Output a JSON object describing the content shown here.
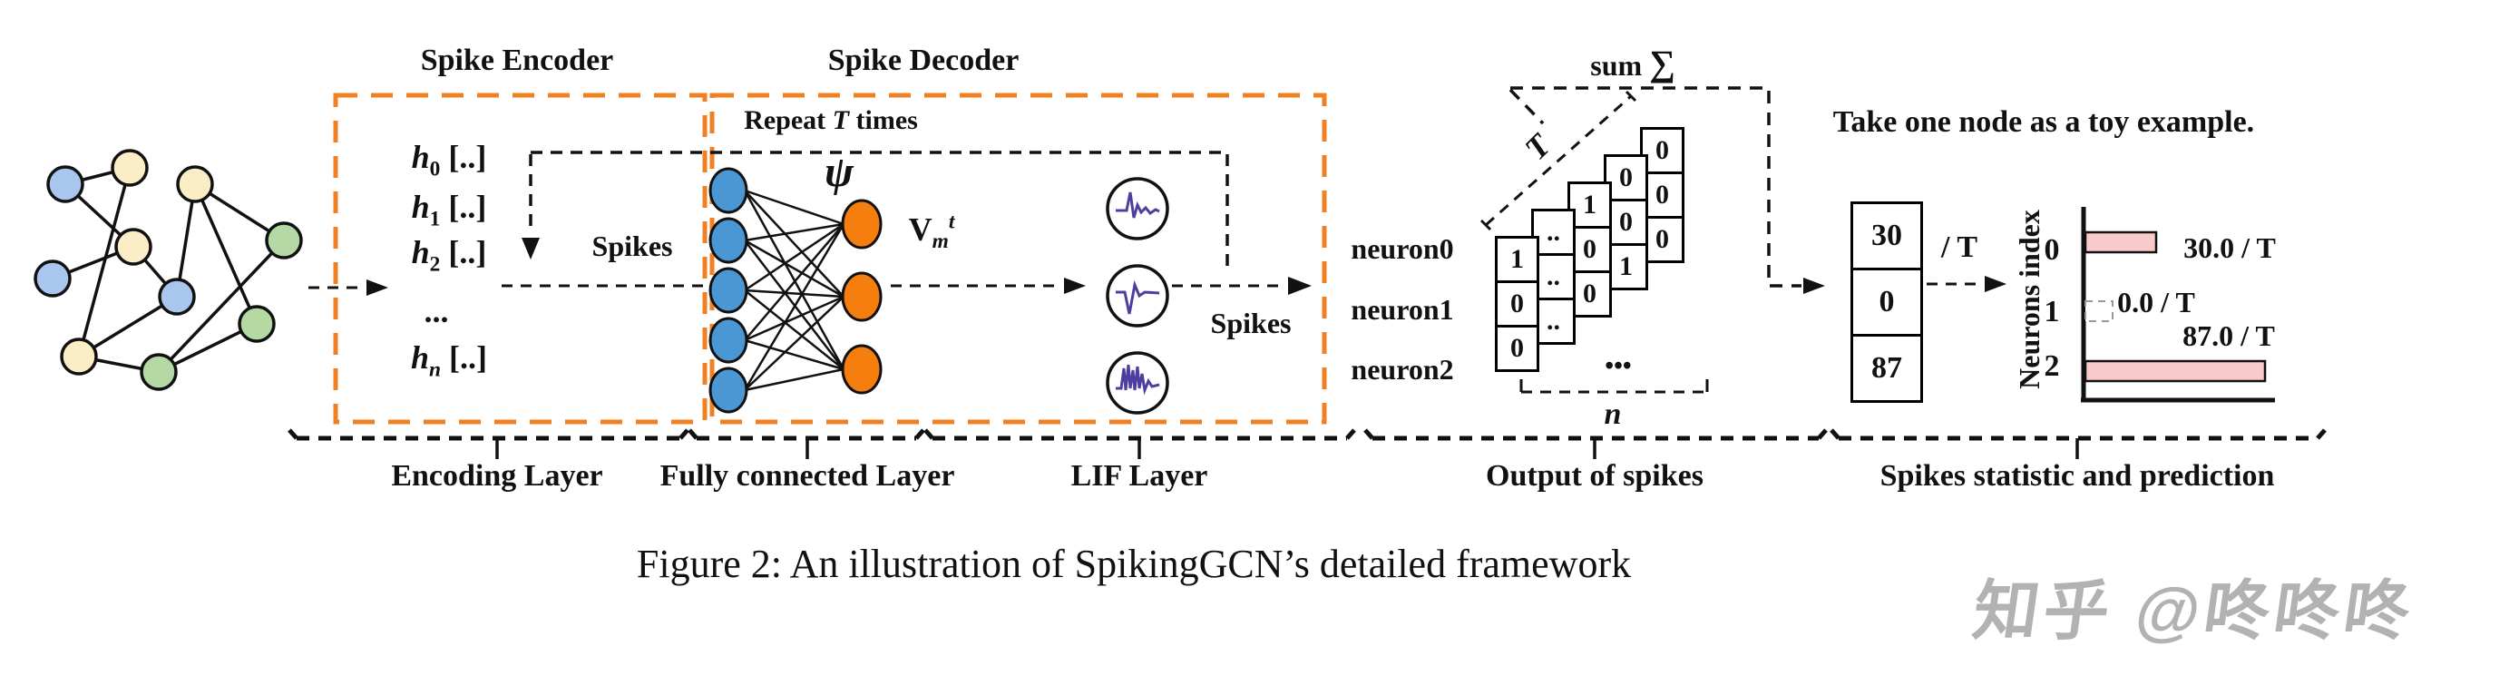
{
  "colors": {
    "box-orange": "#f08021",
    "graph-blue": "#a8c6ee",
    "graph-yellow": "#fbeec6",
    "graph-green": "#b4d9a4",
    "fc-blue": "#4a97d3",
    "fc-orange": "#f57e0f",
    "wave-purple": "#4c3f9f",
    "bar-pink": "#f9caca",
    "ink": "#111111",
    "watermark-gray": "#b3b1b1"
  },
  "figure": {
    "encoder": {
      "title": "Spike Encoder",
      "rows": [
        {
          "base": "h",
          "sub": "0",
          "val": " [..]"
        },
        {
          "base": "h",
          "sub": "1",
          "val": " [..]"
        },
        {
          "base": "h",
          "sub": "2",
          "val": " [..]"
        },
        {
          "base": "h",
          "sub": "n",
          "val": " [..]"
        }
      ],
      "dots": "...",
      "spikes_label": "Spikes"
    },
    "decoder": {
      "title": "Spike Decoder",
      "repeat_prefix": "Repeat ",
      "repeat_T": "T",
      "repeat_suffix": " times",
      "psi": "ψ",
      "v_base": "V",
      "v_sub": "m",
      "v_sup": "t",
      "spikes_label": "Spikes"
    },
    "neurons": [
      "neuron0",
      "neuron1",
      "neuron2"
    ],
    "output": {
      "sum_word": "sum",
      "sum_sigma": "∑",
      "T_label": "T",
      "n_label": "n",
      "dots": "•••",
      "columns": [
        [
          "1",
          "0",
          "0"
        ],
        [
          "..",
          "..",
          ".."
        ],
        [
          "1",
          "0",
          "0"
        ],
        [
          "0",
          "0",
          "1"
        ],
        [
          "0",
          "0",
          "0"
        ]
      ]
    },
    "stats": {
      "title": "Take one node as a toy example.",
      "box_values": [
        "30",
        "0",
        "87"
      ],
      "divide_label": "/ T",
      "axis_label": "Neurons index",
      "ticks": [
        "0",
        "1",
        "2"
      ],
      "bar_labels": [
        "30.0 / T",
        "0.0 / T",
        "87.0 / T"
      ]
    },
    "sections": [
      "Encoding Layer",
      "Fully connected Layer",
      "LIF Layer",
      "Output of spikes",
      "Spikes statistic and prediction"
    ],
    "caption": "Figure 2: An illustration of SpikingGCN’s detailed framework",
    "watermark": "知乎 @咚咚咚"
  },
  "chart_data": {
    "type": "bar",
    "orientation": "horizontal",
    "categories": [
      "0",
      "1",
      "2"
    ],
    "values": [
      30.0,
      0.0,
      87.0
    ],
    "value_labels": [
      "30.0 / T",
      "0.0 / T",
      "87.0 / T"
    ],
    "title": "",
    "xlabel": "",
    "ylabel": "Neurons index",
    "legend": false,
    "grid": false
  }
}
